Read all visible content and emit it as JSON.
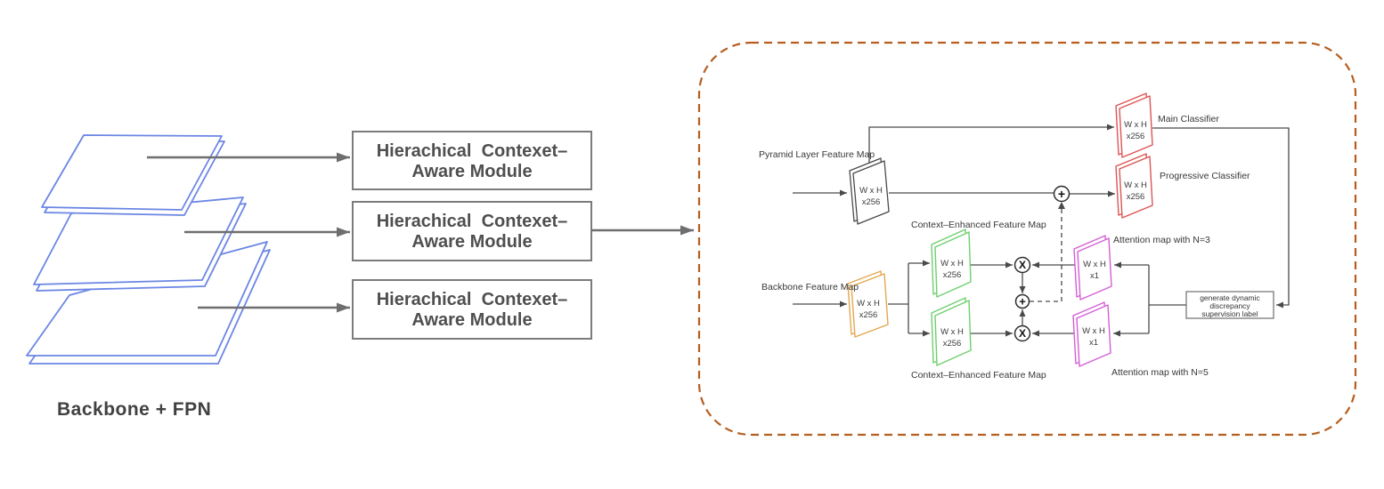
{
  "left": {
    "caption": "Backbone + FPN",
    "plate_color": "#6b86e4",
    "arrow_color": "#6e6e6e",
    "modules": [
      {
        "line1": "Hierachical  Contexet–",
        "line2": "Aware Module"
      },
      {
        "line1": "Hierachical  Contexet–",
        "line2": "Aware Module"
      },
      {
        "line1": "Hierachical  Contexet–",
        "line2": "Aware Module"
      }
    ]
  },
  "detail": {
    "border_color": "#b55e1f",
    "line_color": "#4a4a4a",
    "operators": {
      "add": "+",
      "multiply": "X"
    },
    "icons": {
      "add": "plus-circle",
      "multiply": "x-circle"
    },
    "pyramid": {
      "label": "Pyramid Layer Feature Map",
      "dims1": "W x H",
      "dims2": "x256",
      "color": "#4a4a4a"
    },
    "backbone": {
      "label": "Backbone Feature Map",
      "dims1": "W x H",
      "dims2": "x256",
      "color": "#e2a84f"
    },
    "context_top": {
      "label": "Context–Enhanced Feature Map",
      "dims1": "W x H",
      "dims2": "x256",
      "color": "#6ecf6e"
    },
    "context_bottom": {
      "label": "Context–Enhanced Feature Map",
      "dims1": "W x H",
      "dims2": "x256",
      "color": "#6ecf6e"
    },
    "attention_top": {
      "label": "Attention map with N=3",
      "dims1": "W x H",
      "dims2": "x1",
      "color": "#d45fd4"
    },
    "attention_bottom": {
      "label": "Attention map with N=5",
      "dims1": "W x H",
      "dims2": "x1",
      "color": "#d45fd4"
    },
    "main_classifier": {
      "label": "Main Classifier",
      "dims1": "W x H",
      "dims2": "x256",
      "color": "#dd5454"
    },
    "progressive_classifier": {
      "label": "Progressive Classifier",
      "dims1": "W x H",
      "dims2": "x256",
      "color": "#dd5454"
    },
    "generate_box": {
      "line1": "generate dynamic",
      "line2": "discrepancy",
      "line3": "supervision label"
    }
  }
}
